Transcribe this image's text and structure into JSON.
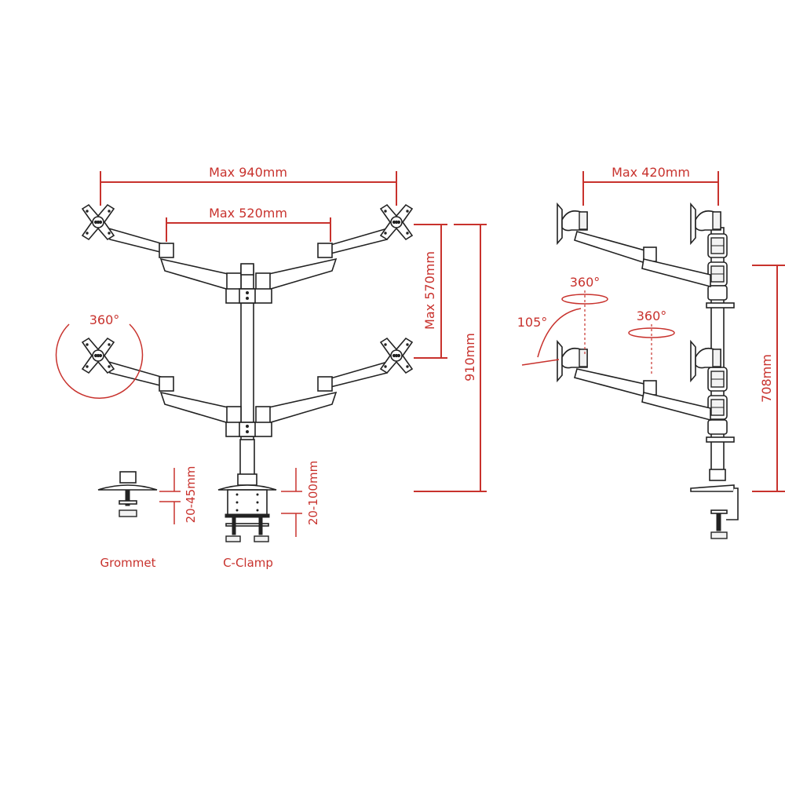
{
  "colors": {
    "dimension": "#c8322d",
    "line_art": "#222222",
    "background": "#ffffff"
  },
  "front_view": {
    "dims": {
      "max_width": "Max 940mm",
      "max_inner_width": "Max 520mm",
      "max_vertical": "Max 570mm",
      "total_height": "910mm",
      "rotation": "360°"
    },
    "mounts": {
      "grommet": {
        "label": "Grommet",
        "range": "20-45mm"
      },
      "c_clamp": {
        "label": "C-Clamp",
        "range": "20-100mm"
      }
    }
  },
  "side_view": {
    "dims": {
      "max_depth": "Max 420mm",
      "height": "708mm",
      "swivel_top": "360°",
      "swivel_mid": "360°",
      "tilt": "105°"
    }
  }
}
